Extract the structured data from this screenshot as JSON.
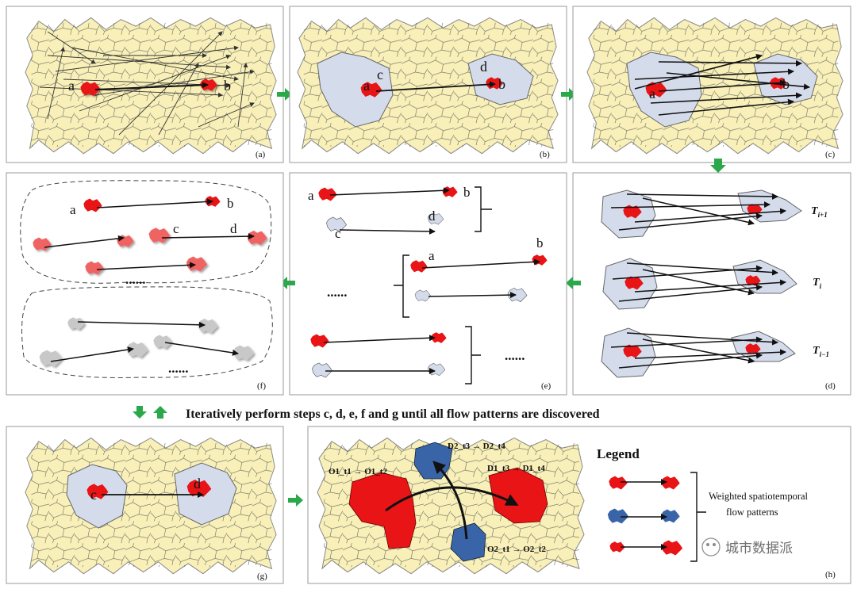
{
  "panels": {
    "a": {
      "label": "(a)",
      "pt1": "a",
      "pt2": "b"
    },
    "b": {
      "label": "(b)",
      "pt_a": "a",
      "pt_b": "b",
      "pt_c": "c",
      "pt_d": "d"
    },
    "c": {
      "label": "(c)",
      "pt_a": "a",
      "pt_b": "b"
    },
    "d": {
      "label": "(d)",
      "t_next": "T",
      "t_next_sub": "i+1",
      "t_cur": "T",
      "t_cur_sub": "i",
      "t_prev": "T",
      "t_prev_sub": "i−1"
    },
    "e": {
      "label": "(e)",
      "a1": "a",
      "b1": "b",
      "c1": "c",
      "d1": "d",
      "a2": "a",
      "b2": "b",
      "ellipsis_left": "......",
      "ellipsis_right": "......"
    },
    "f": {
      "label": "(f)",
      "a": "a",
      "b": "b",
      "c": "c",
      "d": "d",
      "ellipsis_top": "......",
      "ellipsis_bottom": "......"
    },
    "g": {
      "label": "(g)",
      "c": "c",
      "d": "d"
    },
    "h": {
      "label": "(h)",
      "o1": "O1_t1 → O1_t2",
      "d2": "D2_t3 → D2_t4",
      "d1": "D1_t3 → D1_t4",
      "o2": "O2_t1 → O2_t2"
    }
  },
  "step_T": {
    "main": "T",
    "sub": "i"
  },
  "banner": "Iteratively perform steps c, d, e, f and g until all flow patterns are discovered",
  "legend": {
    "title": "Legend",
    "line1": "Weighted spatiotemporal",
    "line2": "flow patterns"
  },
  "watermark": "城市数据派",
  "colors": {
    "land": "#f8f0b8",
    "lightblue": "#d4dcec",
    "red": "#e81416",
    "pink": "#f06464",
    "gray": "#c8c8c8",
    "blue": "#3a64a8",
    "arrow_green": "#2aa84a"
  }
}
